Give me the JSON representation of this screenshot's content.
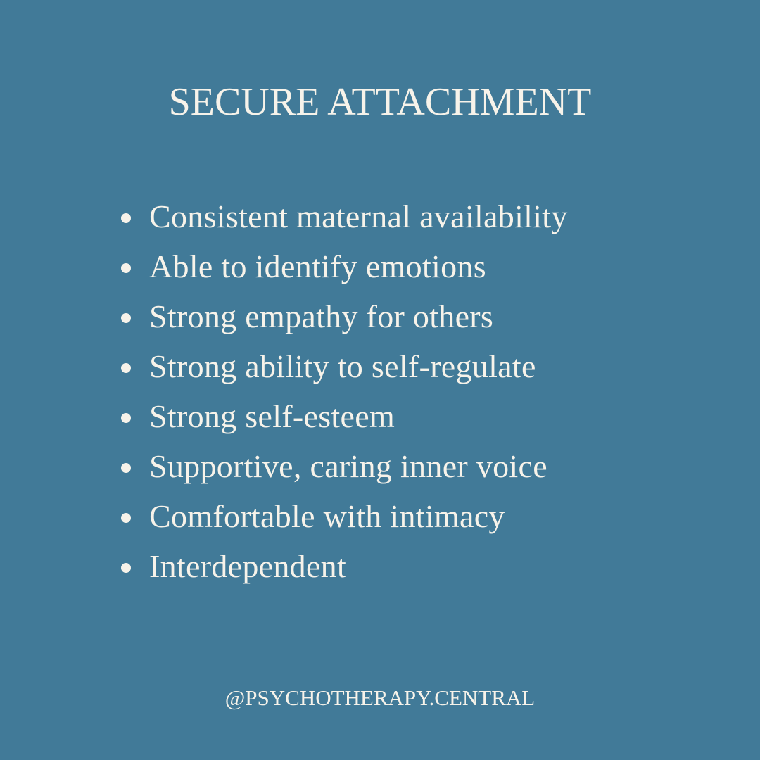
{
  "title": "SECURE ATTACHMENT",
  "items": [
    "Consistent maternal availability",
    "Able to identify emotions",
    "Strong empathy for others",
    "Strong ability to self-regulate",
    "Strong self-esteem",
    "Supportive, caring inner voice",
    "Comfortable with intimacy",
    "Interdependent"
  ],
  "footer": "@PSYCHOTHERAPY.CENTRAL",
  "colors": {
    "background": "#417a98",
    "text": "#f7f3ea"
  }
}
